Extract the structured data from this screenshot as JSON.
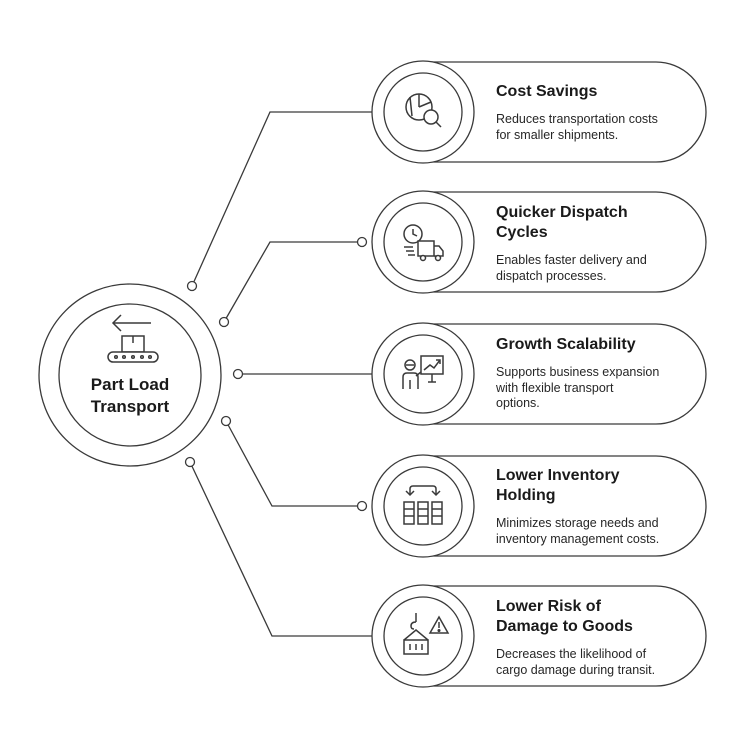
{
  "center": {
    "title_line1": "Part Load",
    "title_line2": "Transport",
    "icon": "conveyor-box-arrow-icon"
  },
  "benefits": [
    {
      "title_line1": "Cost Savings",
      "title_line2": "",
      "desc_line1": "Reduces transportation costs",
      "desc_line2": "for smaller shipments.",
      "desc_line3": "",
      "icon": "pie-chart-magnifier-icon"
    },
    {
      "title_line1": "Quicker Dispatch",
      "title_line2": "Cycles",
      "desc_line1": "Enables faster delivery and",
      "desc_line2": "dispatch processes.",
      "desc_line3": "",
      "icon": "clock-truck-icon"
    },
    {
      "title_line1": "Growth Scalability",
      "title_line2": "",
      "desc_line1": "Supports business expansion",
      "desc_line2": "with flexible transport",
      "desc_line3": "options.",
      "icon": "presenter-growth-chart-icon"
    },
    {
      "title_line1": "Lower Inventory",
      "title_line2": "Holding",
      "desc_line1": "Minimizes storage needs and",
      "desc_line2": "inventory management costs.",
      "desc_line3": "",
      "icon": "inventory-cycle-icon"
    },
    {
      "title_line1": "Lower Risk of",
      "title_line2": "Damage to Goods",
      "desc_line1": "Decreases the likelihood of",
      "desc_line2": "cargo damage during transit.",
      "desc_line3": "",
      "icon": "crane-cargo-warning-icon"
    }
  ]
}
